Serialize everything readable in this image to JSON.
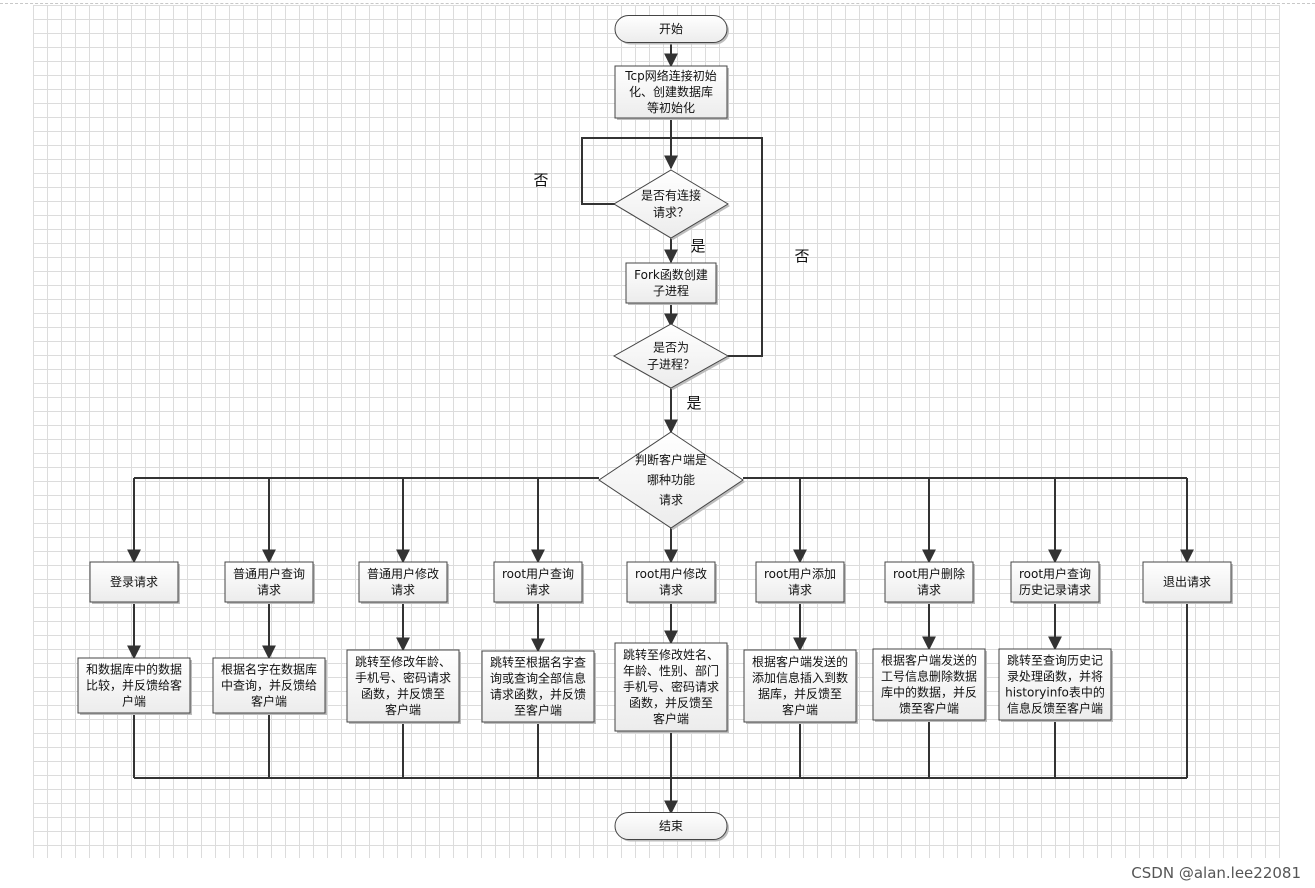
{
  "nodes": {
    "start": "开始",
    "init": [
      "Tcp网络连接初始",
      "化、创建数据库",
      "等初始化"
    ],
    "has_conn": [
      "是否有连接",
      "请求？"
    ],
    "fork": [
      "Fork函数创建",
      "子进程"
    ],
    "is_child": [
      "是否为",
      "子进程？"
    ],
    "judge": [
      "判断客户端是",
      "哪种功能",
      "请求"
    ],
    "end": "结束"
  },
  "labels": {
    "no_left": "否",
    "yes_1": "是",
    "no_right": "否",
    "yes_2": "是"
  },
  "requests": [
    {
      "label": [
        "登录请求"
      ],
      "action": [
        "和数据库中的数据",
        "比较，并反馈给客",
        "户端"
      ]
    },
    {
      "label": [
        "普通用户查询",
        "请求"
      ],
      "action": [
        "根据名字在数据库",
        "中查询，并反馈给",
        "客户端"
      ]
    },
    {
      "label": [
        "普通用户修改",
        "请求"
      ],
      "action": [
        "跳转至修改年龄、",
        "手机号、密码请求",
        "函数，并反馈至",
        "客户端"
      ]
    },
    {
      "label": [
        "root用户查询",
        "请求"
      ],
      "action": [
        "跳转至根据名字查",
        "询或查询全部信息",
        "请求函数，并反馈",
        "至客户端"
      ]
    },
    {
      "label": [
        "root用户修改",
        "请求"
      ],
      "action": [
        "跳转至修改姓名、",
        "年龄、性别、部门",
        "手机号、密码请求",
        "函数，并反馈至",
        "客户端"
      ]
    },
    {
      "label": [
        "root用户添加",
        "请求"
      ],
      "action": [
        "根据客户端发送的",
        "添加信息插入到数",
        "据库，并反馈至",
        "客户端"
      ]
    },
    {
      "label": [
        "root用户删除",
        "请求"
      ],
      "action": [
        "根据客户端发送的",
        "工号信息删除数据",
        "库中的数据，并反",
        "馈至客户端"
      ]
    },
    {
      "label": [
        "root用户查询",
        "历史记录请求"
      ],
      "action": [
        "跳转至查询历史记",
        "录处理函数，并将",
        "historyinfo表中的",
        "信息反馈至客户端"
      ]
    },
    {
      "label": [
        "退出请求"
      ],
      "action": []
    }
  ],
  "watermark": "CSDN @alan.lee22081"
}
